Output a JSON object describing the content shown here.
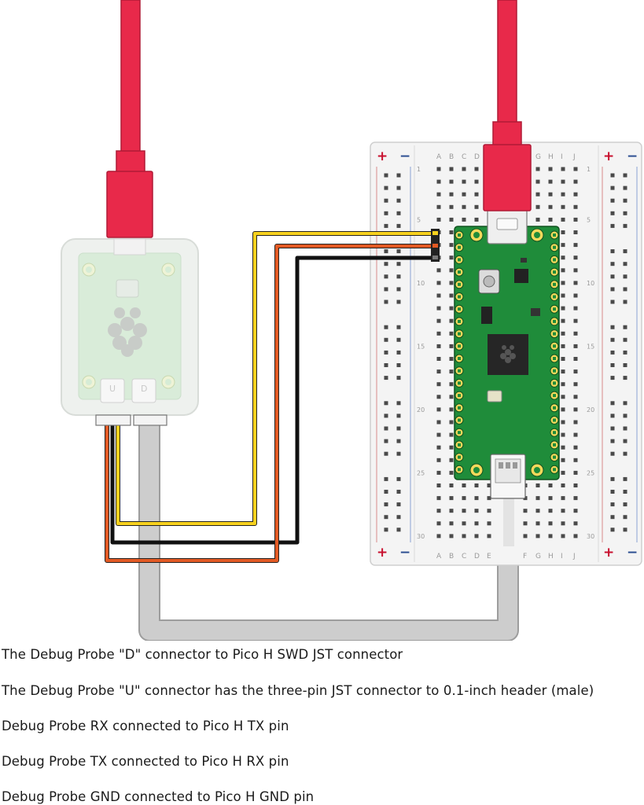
{
  "breadboard": {
    "columns_left": [
      "A",
      "B",
      "C",
      "D",
      "E"
    ],
    "columns_right": [
      "F",
      "G",
      "H",
      "I",
      "J"
    ],
    "row_numbers": [
      "1",
      "5",
      "10",
      "15",
      "20",
      "25",
      "30"
    ],
    "rail_plus": "+",
    "rail_minus": "−"
  },
  "probe": {
    "port_u": "U",
    "port_d": "D"
  },
  "wire_colors": {
    "usb_cable": "#e8294a",
    "uart_yellow": "#f7d11e",
    "uart_orange": "#e35a24",
    "uart_black": "#111111",
    "swd_cable": "#c9c9c9",
    "pico_board": "#1f8c3a"
  },
  "captions": [
    "The Debug Probe \"D\" connector to Pico H SWD JST connector",
    "The Debug Probe \"U\" connector has the three-pin JST connector to 0.1-inch header (male)",
    "Debug Probe RX connected to Pico H TX pin",
    "Debug Probe TX connected to Pico H RX pin",
    "Debug Probe GND connected to Pico H GND pin"
  ]
}
